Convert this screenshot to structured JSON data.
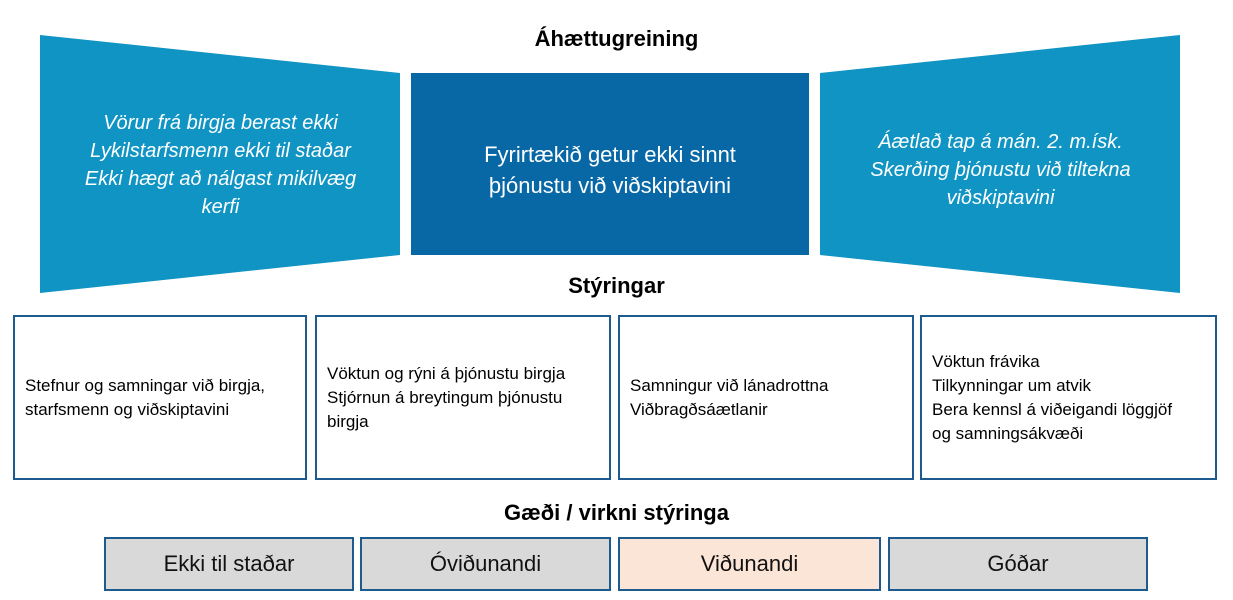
{
  "diagram": {
    "title": "Áhættugreining",
    "causes": {
      "lines": [
        "Vörur frá birgja berast ekki",
        "Lykilstarfsmenn ekki til staðar",
        "Ekki hægt að nálgast mikilvæg",
        "kerfi"
      ]
    },
    "event": {
      "lines": [
        "Fyrirtækið getur ekki sinnt",
        "þjónustu við viðskiptavini"
      ]
    },
    "consequences": {
      "lines": [
        "Áætlað tap á mán. 2. m.ísk.",
        "Skerðing þjónustu við tiltekna",
        "viðskiptavini"
      ]
    },
    "controls_title": "Stýringar",
    "controls": [
      {
        "lines": [
          "Stefnur og samningar við birgja,",
          "starfsmenn og viðskiptavini"
        ]
      },
      {
        "lines": [
          "Vöktun og rýni á þjónustu birgja",
          "Stjórnun á breytingum þjónustu",
          "birgja"
        ]
      },
      {
        "lines": [
          "Samningur við lánadrottna",
          "Viðbragðsáætlanir"
        ]
      },
      {
        "lines": [
          "Vöktun frávika",
          "Tilkynningar um atvik",
          "Bera kennsl á viðeigandi löggjöf",
          "og samningsákvæði"
        ]
      }
    ],
    "quality_title": "Gæði / virkni stýringa",
    "ratings": [
      {
        "label": "Ekki til staðar",
        "fill": "#d9d9d9"
      },
      {
        "label": "Óviðunandi",
        "fill": "#d9d9d9"
      },
      {
        "label": "Viðunandi",
        "fill": "#fbe5d6"
      },
      {
        "label": "Góðar",
        "fill": "#d9d9d9"
      }
    ],
    "colors": {
      "panel_light": "#0f94c4",
      "panel_dark": "#0868a6",
      "border": "#1d5b8f"
    }
  }
}
